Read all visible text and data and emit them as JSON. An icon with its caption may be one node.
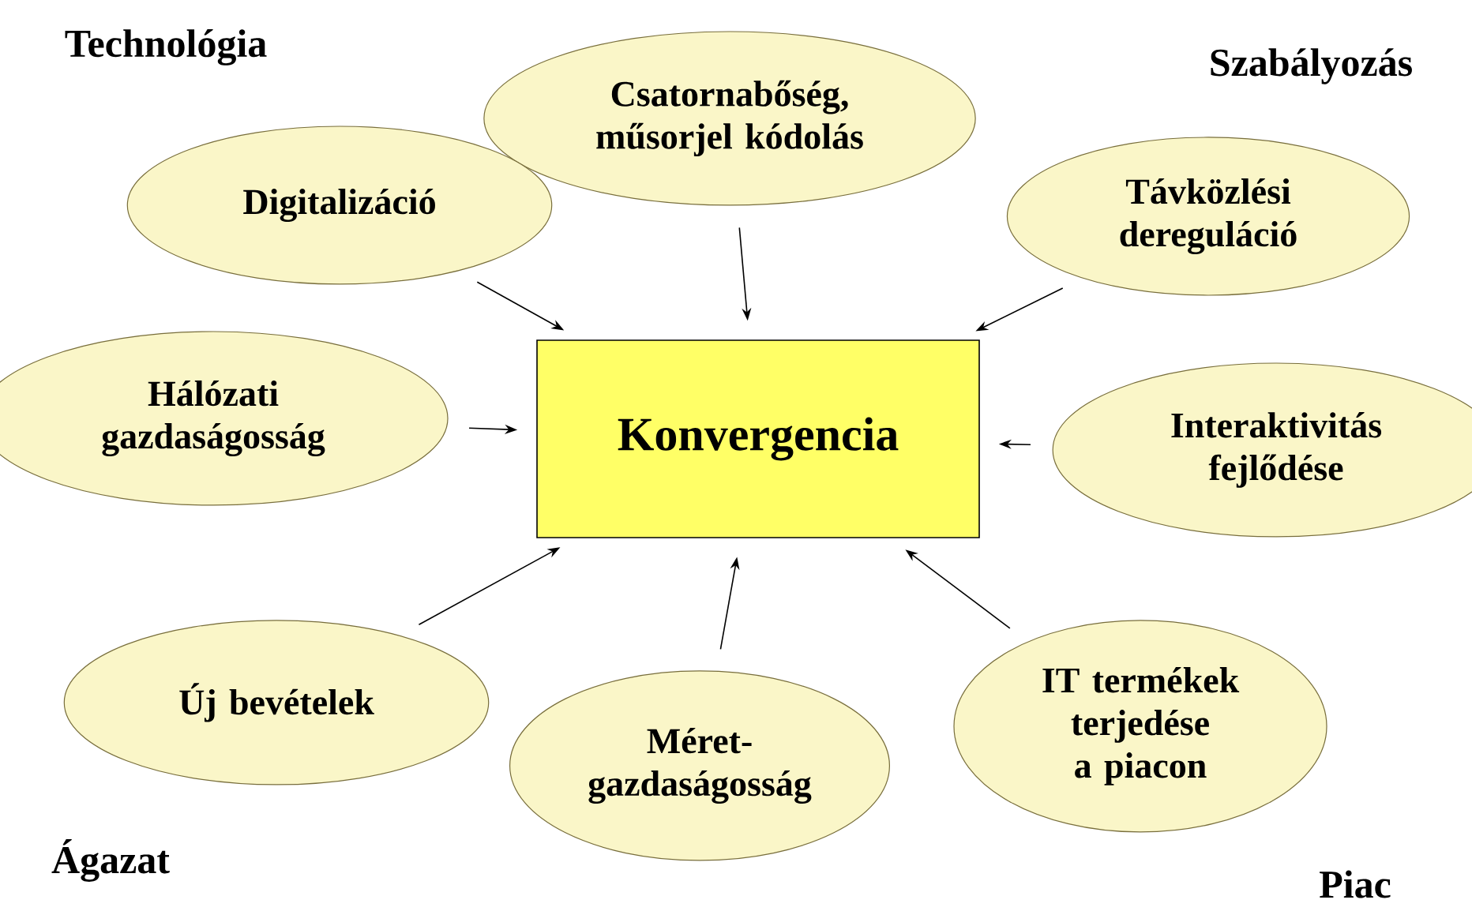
{
  "diagram": {
    "nodes": [
      {
        "text": [
          "Csatornabőség, műsorjel kódolás"
        ]
      },
      {
        "text": [
          "Digitalizáció"
        ]
      },
      {
        "text": [
          "Távközlési dereguláció"
        ]
      },
      {
        "text": [
          "Hálózati gazdaságosság"
        ]
      },
      {
        "text": [
          "Konvergencia"
        ]
      },
      {
        "text": [
          "Interaktivitás fejlődése"
        ]
      },
      {
        "text": [
          "Új bevételek"
        ]
      },
      {
        "text": [
          "IT termékek terjedése a piacon"
        ]
      },
      {
        "text": [
          "Méret-gazdaságosság"
        ]
      }
    ],
    "edges": [
      {
        "from": 0,
        "to": 4,
        "arrow": "to"
      },
      {
        "from": 1,
        "to": 4,
        "arrow": "to"
      },
      {
        "from": 2,
        "to": 4,
        "arrow": "to"
      },
      {
        "from": 3,
        "to": 4,
        "arrow": "to"
      },
      {
        "from": 5,
        "to": 4,
        "arrow": "to"
      },
      {
        "from": 6,
        "to": 4,
        "arrow": "to"
      },
      {
        "from": 7,
        "to": 4,
        "arrow": "to"
      },
      {
        "from": 8,
        "to": 4,
        "arrow": "to"
      }
    ],
    "labels": [
      "Technológia",
      "Szabályozás",
      "Ágazat",
      "Piac"
    ]
  }
}
